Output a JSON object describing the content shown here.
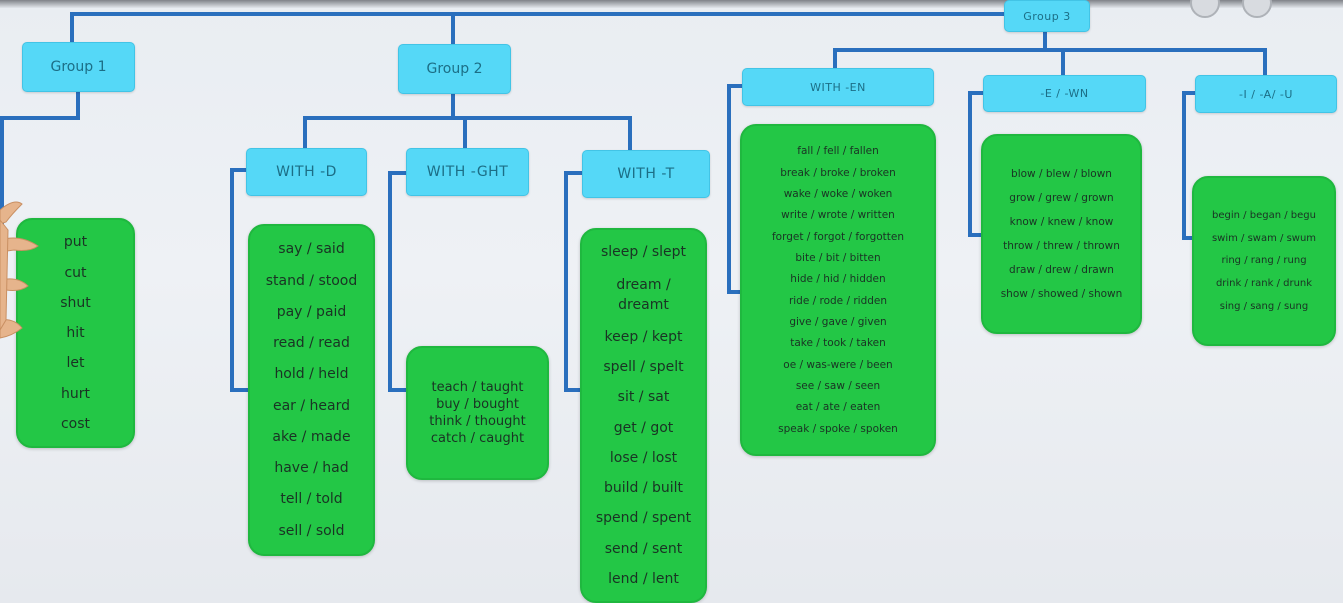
{
  "colors": {
    "header": "#55d8f7",
    "box": "#23c746",
    "connector": "#2a6fbd"
  },
  "groups": [
    {
      "label": "Group 1",
      "verbs": [
        "put",
        "cut",
        "shut",
        "hit",
        "let",
        "hurt",
        "cost"
      ]
    },
    {
      "label": "Group 2",
      "subgroups": [
        {
          "label": "WITH -D",
          "verbs": [
            "say / said",
            "stand / stood",
            "pay / paid",
            "read / read",
            "hold / held",
            "ear / heard",
            "ake / made",
            "have / had",
            "tell / told",
            "sell / sold"
          ]
        },
        {
          "label": "WITH -GHT",
          "verbs": [
            "teach / taught",
            "buy / bought",
            "think / thought",
            "catch / caught"
          ]
        },
        {
          "label": "WITH -T",
          "verbs": [
            "sleep / slept",
            "dream / dreamt",
            "keep / kept",
            "spell / spelt",
            "sit / sat",
            "get / got",
            "lose / lost",
            "build / built",
            "spend / spent",
            "send / sent",
            "lend / lent"
          ]
        }
      ]
    },
    {
      "label": "Group 3",
      "subgroups": [
        {
          "label": "WITH -EN",
          "verbs": [
            "fall / fell / fallen",
            "break / broke / broken",
            "wake / woke / woken",
            "write / wrote / written",
            "forget / forgot / forgotten",
            "bite / bit / bitten",
            "hide / hid / hidden",
            "ride / rode / ridden",
            "give / gave / given",
            "take / took / taken",
            "oe / was-were / been",
            "see / saw / seen",
            "eat / ate / eaten",
            "speak / spoke / spoken"
          ]
        },
        {
          "label": "-E / -WN",
          "verbs": [
            "blow / blew / blown",
            "grow / grew / grown",
            "know / knew / know",
            "throw / threw / thrown",
            "draw / drew / drawn",
            "show / showed / shown"
          ]
        },
        {
          "label": "-I / -A/ -U",
          "verbs": [
            "begin / began / begu",
            "swim / swam / swum",
            "ring / rang / rung",
            "drink / rank / drunk",
            "sing / sang / sung"
          ]
        }
      ]
    }
  ]
}
